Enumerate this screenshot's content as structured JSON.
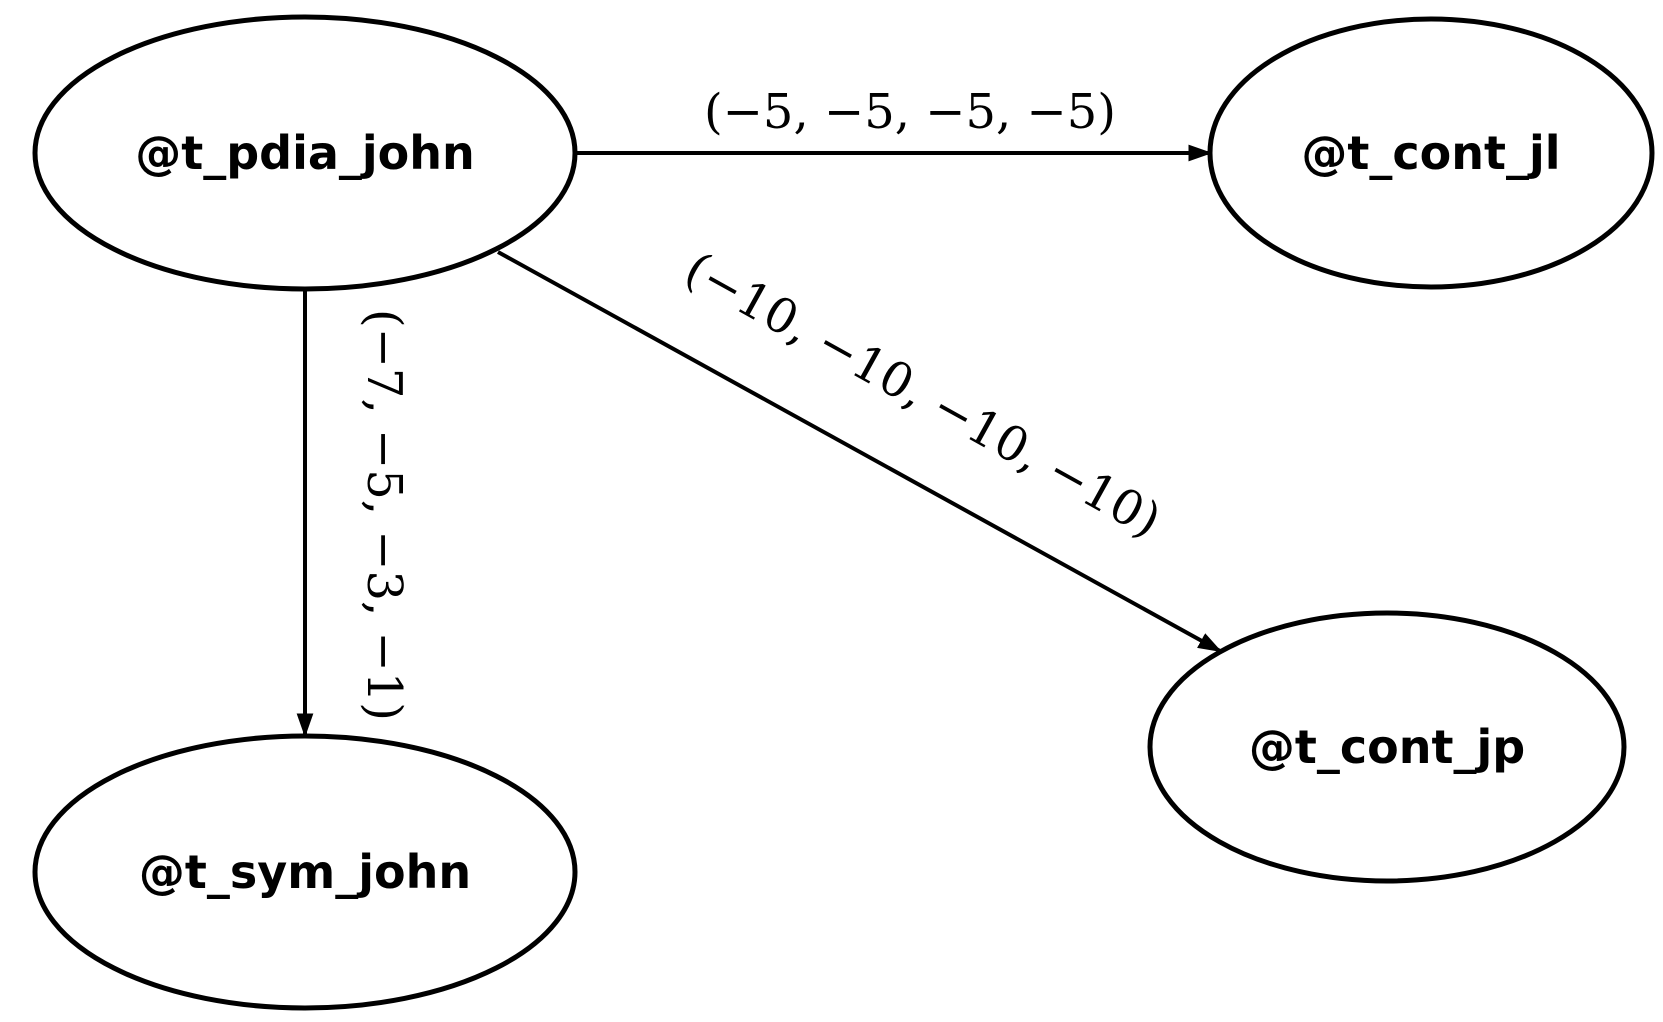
{
  "nodes": {
    "pdia_john": {
      "label": "@t_pdia_john"
    },
    "cont_jl": {
      "label": "@t_cont_jl"
    },
    "sym_john": {
      "label": "@t_sym_john"
    },
    "cont_jp": {
      "label": "@t_cont_jp"
    }
  },
  "edges": {
    "pdia_to_cont_jl": {
      "label": "(−5, −5, −5, −5)"
    },
    "pdia_to_sym_john": {
      "label": "(−7, −5, −3, −1)"
    },
    "pdia_to_cont_jp": {
      "label": "(−10, −10, −10, −10)"
    }
  },
  "colors": {
    "stroke": "#000000",
    "background": "#ffffff"
  }
}
